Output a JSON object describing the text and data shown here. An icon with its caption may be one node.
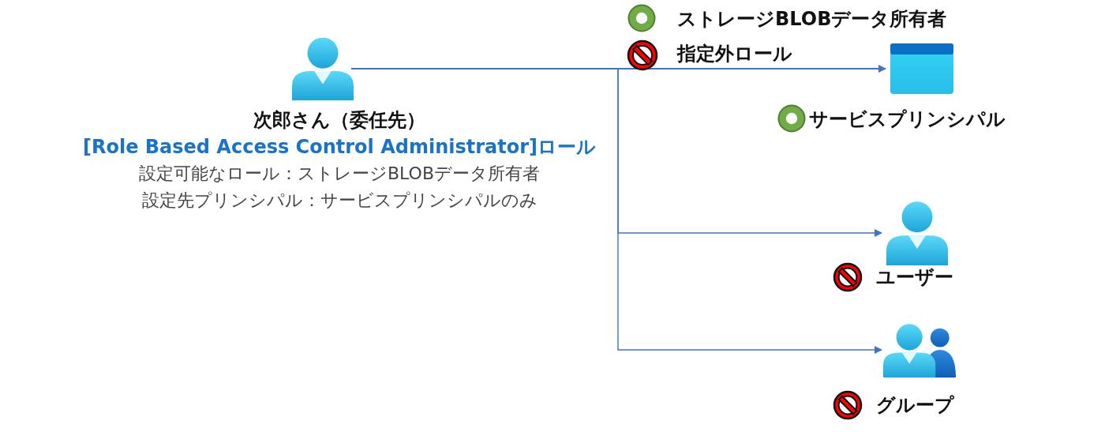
{
  "diagram": {
    "nodes": [
      {
        "text": [
          "次郎さん（委任先）",
          "[Role Based Access Control Administrator]ロール",
          "設定可能なロール：ストレージBLOBデータ所有者",
          "設定先プリンシパル：サービスプリンシパルのみ"
        ]
      },
      {
        "text": [
          "サービスプリンシパル"
        ]
      },
      {
        "text": [
          "ユーザー"
        ]
      },
      {
        "text": [
          "グループ"
        ]
      }
    ],
    "edges": [
      {
        "from": 0,
        "to": 1,
        "arrow": "to"
      },
      {
        "from": 0,
        "to": 2,
        "arrow": "to"
      },
      {
        "from": 0,
        "to": 3,
        "arrow": "to"
      }
    ],
    "labels": [
      "ストレージBLOBデータ所有者",
      "指定外ロール"
    ]
  }
}
